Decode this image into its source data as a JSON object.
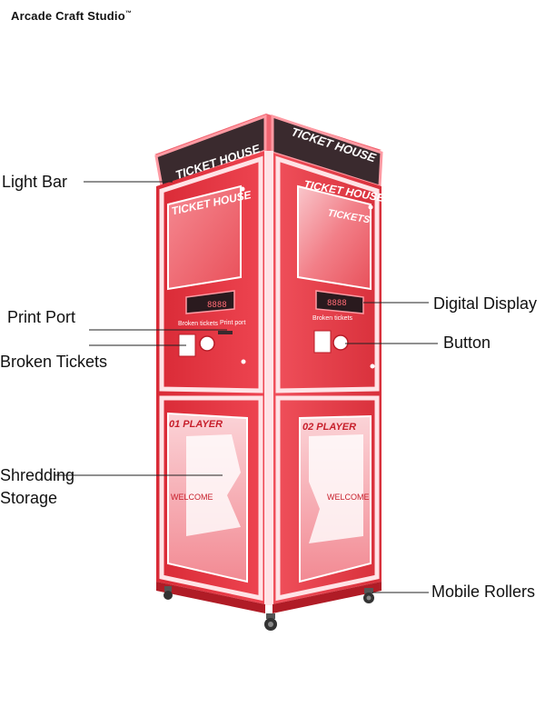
{
  "brand": {
    "name": "Arcade Craft Studio",
    "trademark": "™"
  },
  "machine": {
    "header_text": "TICKET HOUSE",
    "panel_text": "TICKET HOUSE",
    "right_sign_text": "TICKETS",
    "display_digits": "8888",
    "broken_label": "Broken tickets",
    "print_label": "Print port",
    "player_left": "01 PLAYER",
    "player_right": "02 PLAYER",
    "welcome_text": "WELCOME"
  },
  "callouts": {
    "light_bar": "Light Bar",
    "print_port": "Print Port",
    "broken_tickets": "Broken Tickets",
    "shredding_line1": "Shredding",
    "shredding_line2": "Storage",
    "digital_display": "Digital Display",
    "button": "Button",
    "mobile_rollers": "Mobile Rollers"
  },
  "colors": {
    "cabinet": "#e8343f",
    "cabinet_dark": "#c9202c",
    "glow": "#ffe3e6",
    "header": "#3a2a2e"
  }
}
